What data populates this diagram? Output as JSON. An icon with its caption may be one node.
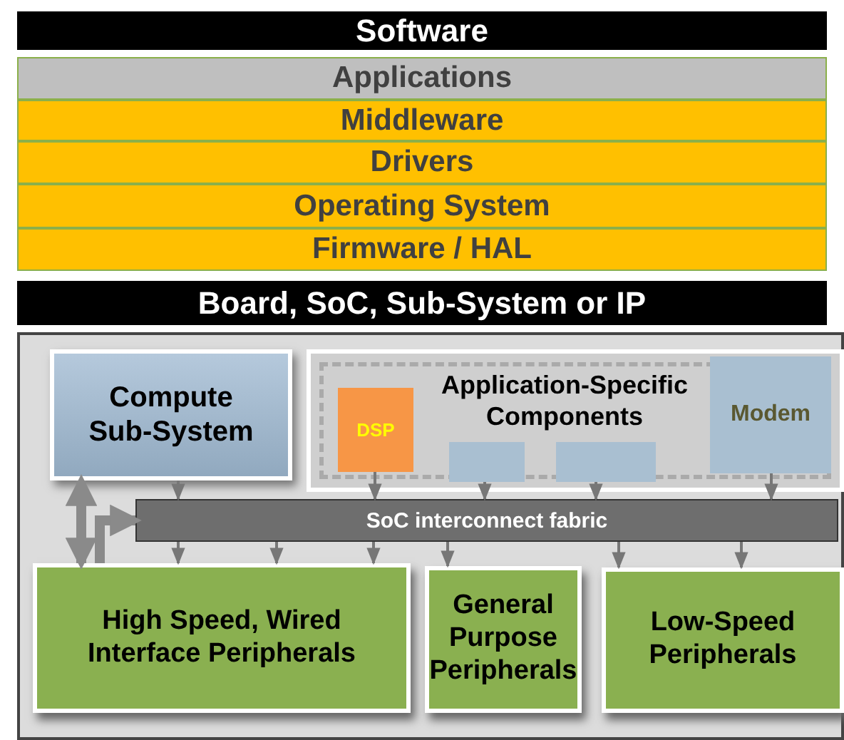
{
  "diagram": {
    "nodes": [
      {
        "text": [
          "Software"
        ]
      },
      {
        "text": [
          "Applications"
        ]
      },
      {
        "text": [
          "Middleware"
        ]
      },
      {
        "text": [
          "Drivers"
        ]
      },
      {
        "text": [
          "Operating System"
        ]
      },
      {
        "text": [
          "Firmware / HAL"
        ]
      },
      {
        "text": [
          "Board, SoC, Sub-System or IP"
        ]
      },
      {
        "text": [],
        "shape": "box"
      },
      {
        "text": [
          "Compute Sub-System"
        ],
        "in": 7
      },
      {
        "text": [
          "Application-Specific Components"
        ],
        "in": 7
      },
      {
        "text": [
          "DSP"
        ],
        "in": 9
      },
      {
        "text": [],
        "shape": "box",
        "in": 9
      },
      {
        "text": [],
        "shape": "box",
        "in": 9
      },
      {
        "text": [
          "Modem"
        ],
        "in": 9
      },
      {
        "text": [
          "SoC interconnect fabric"
        ],
        "in": 7
      },
      {
        "text": [
          "High Speed, Wired Interface Peripherals"
        ],
        "in": 7
      },
      {
        "text": [
          "General Purpose Peripherals"
        ],
        "in": 7
      },
      {
        "text": [
          "Low-Speed Peripherals"
        ],
        "in": 7
      }
    ],
    "edges": [
      {
        "from": 8,
        "to": 14,
        "arrow": "to"
      },
      {
        "from": 10,
        "to": 14,
        "arrow": "to"
      },
      {
        "from": 11,
        "to": 14,
        "arrow": "to"
      },
      {
        "from": 12,
        "to": 14,
        "arrow": "to"
      },
      {
        "from": 13,
        "to": 14,
        "arrow": "to"
      },
      {
        "from": 14,
        "to": 15,
        "arrow": "to"
      },
      {
        "from": 14,
        "to": 15,
        "arrow": "to"
      },
      {
        "from": 14,
        "to": 15,
        "arrow": "to"
      },
      {
        "from": 14,
        "to": 16,
        "arrow": "to"
      },
      {
        "from": 14,
        "to": 17,
        "arrow": "to"
      },
      {
        "from": 14,
        "to": 17,
        "arrow": "to"
      },
      {
        "from": 8,
        "to": 15,
        "arrow": "both",
        "style": "thick"
      },
      {
        "from": 15,
        "to": 14,
        "arrow": "to",
        "style": "thick"
      }
    ]
  }
}
